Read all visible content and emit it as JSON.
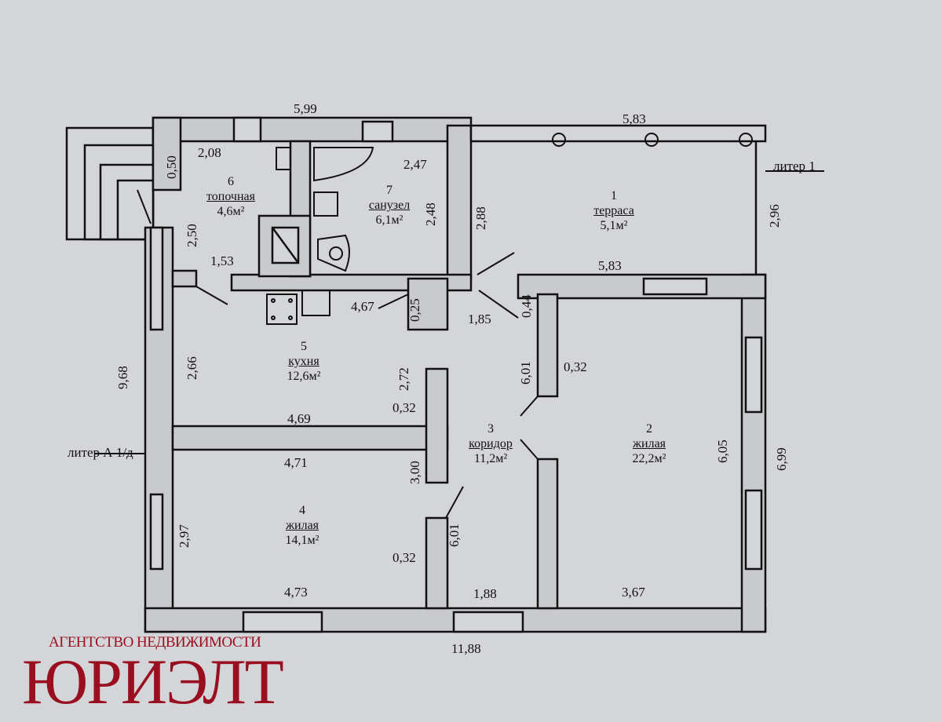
{
  "rooms": [
    {
      "number": "1",
      "name": "терраса",
      "area": "5,1м²"
    },
    {
      "number": "2",
      "name": "жилая",
      "area": "22,2м²"
    },
    {
      "number": "3",
      "name": "коридор",
      "area": "11,2м²"
    },
    {
      "number": "4",
      "name": "жилая",
      "area": "14,1м²"
    },
    {
      "number": "5",
      "name": "кухня",
      "area": "12,6м²"
    },
    {
      "number": "6",
      "name": "топочная",
      "area": "4,6м²"
    },
    {
      "number": "7",
      "name": "санузел",
      "area": "6,1м²"
    }
  ],
  "dimensions": {
    "top_main": "5,99",
    "top_terrace": "5,83",
    "r6_w": "2,08",
    "r6_050": "0,50",
    "r6_h": "2,50",
    "r6_153": "1,53",
    "r7_w": "2,47",
    "r7_h": "2,48",
    "wall_288": "2,88",
    "terrace_h": "2,96",
    "terrace_bottom": "5,83",
    "k_467": "4,67",
    "k_025": "0,25",
    "c_185": "1,85",
    "c_044": "0,44",
    "left_total": "9,68",
    "k_266": "2,66",
    "k_272": "2,72",
    "k_032": "0,32",
    "k_469": "4,69",
    "c_601a": "6,01",
    "c_032a": "0,32",
    "r4_471": "4,71",
    "r4_300": "3,00",
    "r4_297": "2,97",
    "r4_032": "0,32",
    "c_601b": "6,01",
    "r4_473": "4,73",
    "c_188": "1,88",
    "r2_367": "3,67",
    "r2_605": "6,05",
    "right_total": "6,99",
    "bottom_total": "11,88"
  },
  "labels": {
    "liter1": "литер 1",
    "literA": "литер А 1/д"
  },
  "logo": {
    "agency": "АГЕНТСТВО НЕДВИЖИМОСТИ",
    "brand": "ЮРИЭЛТ"
  },
  "colors": {
    "brand": "#9a0f1f",
    "wall": "#c9cacd",
    "line": "#111111"
  }
}
